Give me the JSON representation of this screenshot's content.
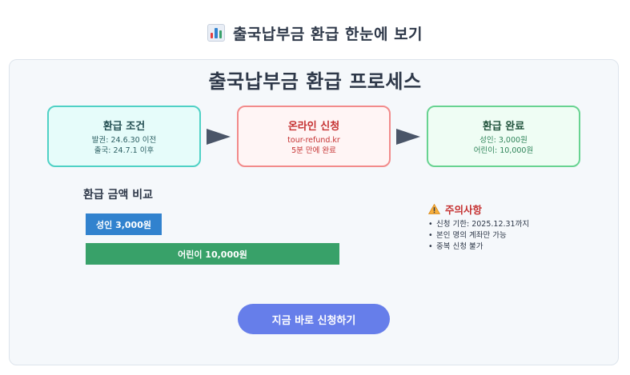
{
  "page": {
    "heading": "출국납부금 환급 한눈에 보기",
    "heading_icon": "bar-chart-emoji-icon"
  },
  "panel": {
    "title": "출국납부금 환급 프로세스"
  },
  "steps": [
    {
      "title": "환급 조건",
      "lines": [
        "발권: 24.6.30 이전",
        "출국: 24.7.1 이후"
      ],
      "color": "#4fd1c5"
    },
    {
      "title": "온라인 신청",
      "lines": [
        "tour-refund.kr",
        "5분 만에 완료"
      ],
      "color": "#f28b8b"
    },
    {
      "title": "환급 완료",
      "lines": [
        "성인: 3,000원",
        "어린이: 10,000원"
      ],
      "color": "#68d391"
    }
  ],
  "arrows": {
    "icon": "right-triangle-arrow-icon",
    "color": "#4a5568"
  },
  "comparison": {
    "title": "환급 금액 비교",
    "bars": [
      {
        "label": "성인 3,000원",
        "value": 3000,
        "color": "#3182ce"
      },
      {
        "label": "어린이 10,000원",
        "value": 10000,
        "color": "#38a169"
      }
    ]
  },
  "caution": {
    "icon": "warning-icon",
    "title": "주의사항",
    "items": [
      "신청 기한: 2025.12.31까지",
      "본인 명의 계좌만 가능",
      "중복 신청 불가"
    ]
  },
  "cta": {
    "label": "지금 바로 신청하기",
    "color": "#667eea"
  }
}
